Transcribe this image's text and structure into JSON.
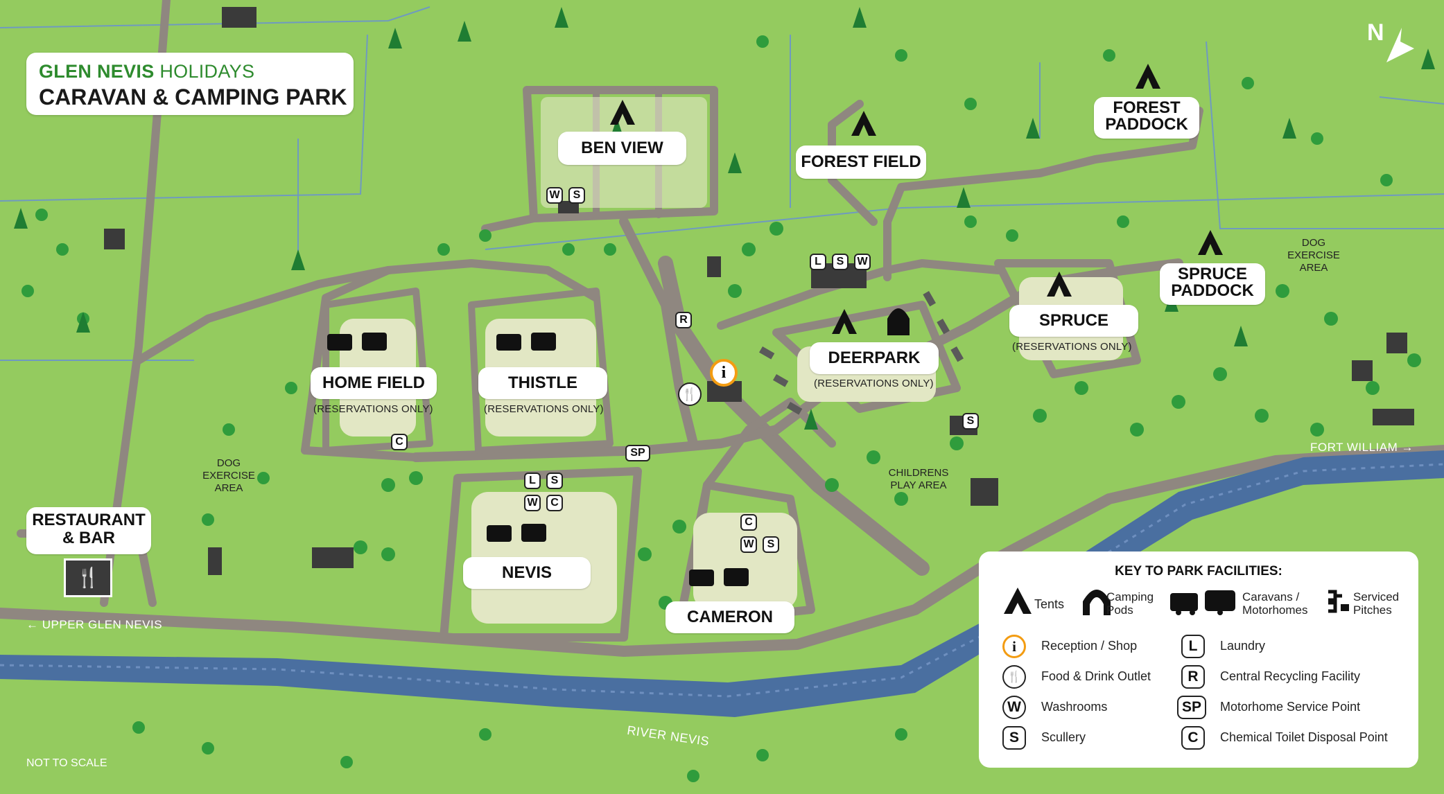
{
  "brand": {
    "title_top_bold": "GLEN NEVIS",
    "title_top_rest": "HOLIDAYS",
    "title_bottom": "CARAVAN & CAMPING PARK",
    "green": "#2e8b2e"
  },
  "north_label": "N",
  "areas": {
    "ben_view": "BEN VIEW",
    "forest_field": "FOREST FIELD",
    "forest_paddock_1": "FOREST",
    "forest_paddock_2": "PADDOCK",
    "spruce_paddock_1": "SPRUCE",
    "spruce_paddock_2": "PADDOCK",
    "spruce": "SPRUCE",
    "deerpark": "DEERPARK",
    "home_field": "HOME FIELD",
    "thistle": "THISTLE",
    "nevis": "NEVIS",
    "cameron": "CAMERON",
    "restaurant_1": "RESTAURANT",
    "restaurant_2": "& BAR"
  },
  "notes": {
    "reservations_only": "(RESERVATIONS ONLY)",
    "dog_exercise_1": "DOG",
    "dog_exercise_2": "EXERCISE",
    "dog_exercise_3": "AREA",
    "childrens_1": "CHILDRENS",
    "childrens_2": "PLAY AREA",
    "fort_william": "FORT WILLIAM",
    "upper_glen_nevis": "UPPER GLEN NEVIS",
    "river_nevis": "RIVER NEVIS",
    "not_to_scale": "NOT TO SCALE",
    "arrow_right": "→",
    "arrow_left": "←"
  },
  "badges": {
    "W": "W",
    "S": "S",
    "L": "L",
    "C": "C",
    "R": "R",
    "SP": "SP"
  },
  "key": {
    "title": "KEY TO PARK FACILITIES:",
    "tents": "Tents",
    "camping_pods_1": "Camping",
    "camping_pods_2": "Pods",
    "caravans_1": "Caravans /",
    "caravans_2": "Motorhomes",
    "serviced_1": "Serviced",
    "serviced_2": "Pitches",
    "reception": "Reception / Shop",
    "food": "Food & Drink Outlet",
    "washrooms": "Washrooms",
    "scullery": "Scullery",
    "laundry": "Laundry",
    "recycling": "Central Recycling Facility",
    "motorhome_service": "Motorhome Service Point",
    "chemical_toilet": "Chemical Toilet Disposal Point",
    "reception_accent": "#f39c12"
  },
  "colors": {
    "grass": "#8fc858",
    "road": "#8f8780",
    "pitch": "#e2e7c4",
    "river": "#4a6fa0",
    "tree": "#2f9c3c"
  }
}
